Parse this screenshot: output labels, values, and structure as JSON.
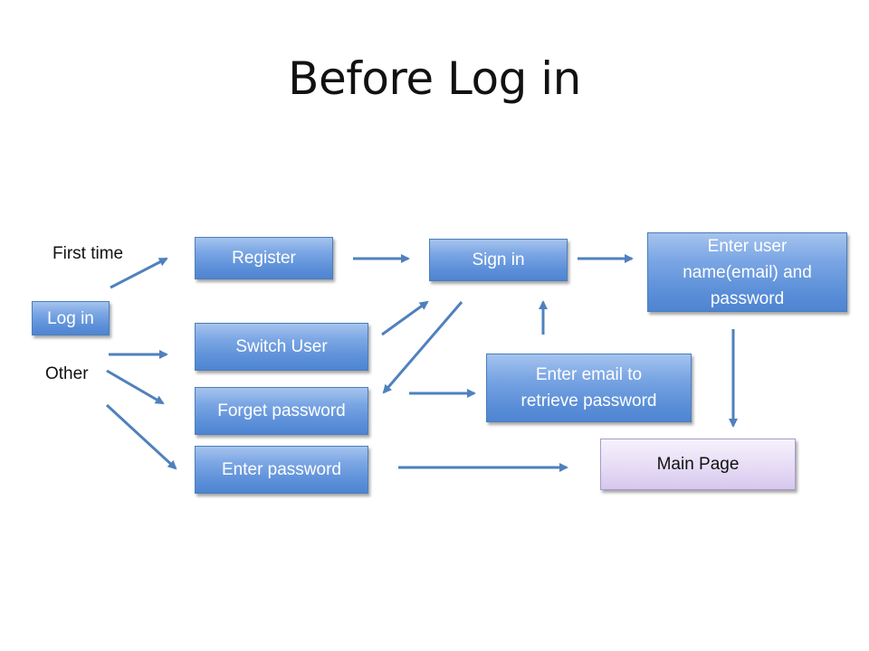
{
  "title": "Before Log in",
  "colors": {
    "box_fill": "#5b8fd8",
    "box_border": "#4a7ebb",
    "box_text": "#ffffff",
    "main_page_fill": "#e6dcf5",
    "arrow": "#4f81bd"
  },
  "labels": {
    "first_time": "First time",
    "other": "Other"
  },
  "nodes": {
    "log_in": "Log in",
    "register": "Register",
    "switch_user": "Switch User",
    "forget_password": "Forget password",
    "enter_password": "Enter password",
    "sign_in": "Sign in",
    "enter_email": "Enter email to retrieve password",
    "enter_credentials": "Enter user name(email) and password",
    "main_page": "Main Page"
  }
}
